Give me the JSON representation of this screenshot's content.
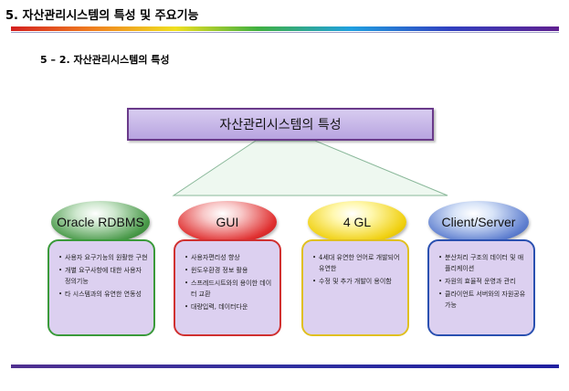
{
  "header": {
    "title": "5.  자산관리시스템의 특성 및 주요기능",
    "subtitle": "5 – 2.  자산관리시스템의 특성"
  },
  "diagram": {
    "main_label": "자산관리시스템의 특성",
    "categories": [
      {
        "label": "Oracle RDBMS",
        "color": "#3a9a3a",
        "items": [
          "사용자 요구기능의 원활한 구현",
          "개별 요구사항에 대한 사용자 정의기능",
          "타 시스템과의 유연한 연동성"
        ]
      },
      {
        "label": "GUI",
        "color": "#d03030",
        "items": [
          "사용자편리성 향상",
          "윈도우환경 정보 활용",
          "스프레드시트와의 용이한 데이터 교환",
          "대량입력, 데이터다운"
        ]
      },
      {
        "label": "4 GL",
        "color": "#e0c020",
        "items": [
          "4세대 유연한 언어로 개발되어 유연한",
          "수정 및 추가 개발이 용이함"
        ]
      },
      {
        "label": "Client/Server",
        "color": "#2a50b0",
        "items": [
          "분산처리 구조의 데이터 및 애플리케이션",
          "자원의 효율적 운영과 관리",
          "클라이언트 서버와의 자원공유 가능"
        ]
      }
    ]
  }
}
